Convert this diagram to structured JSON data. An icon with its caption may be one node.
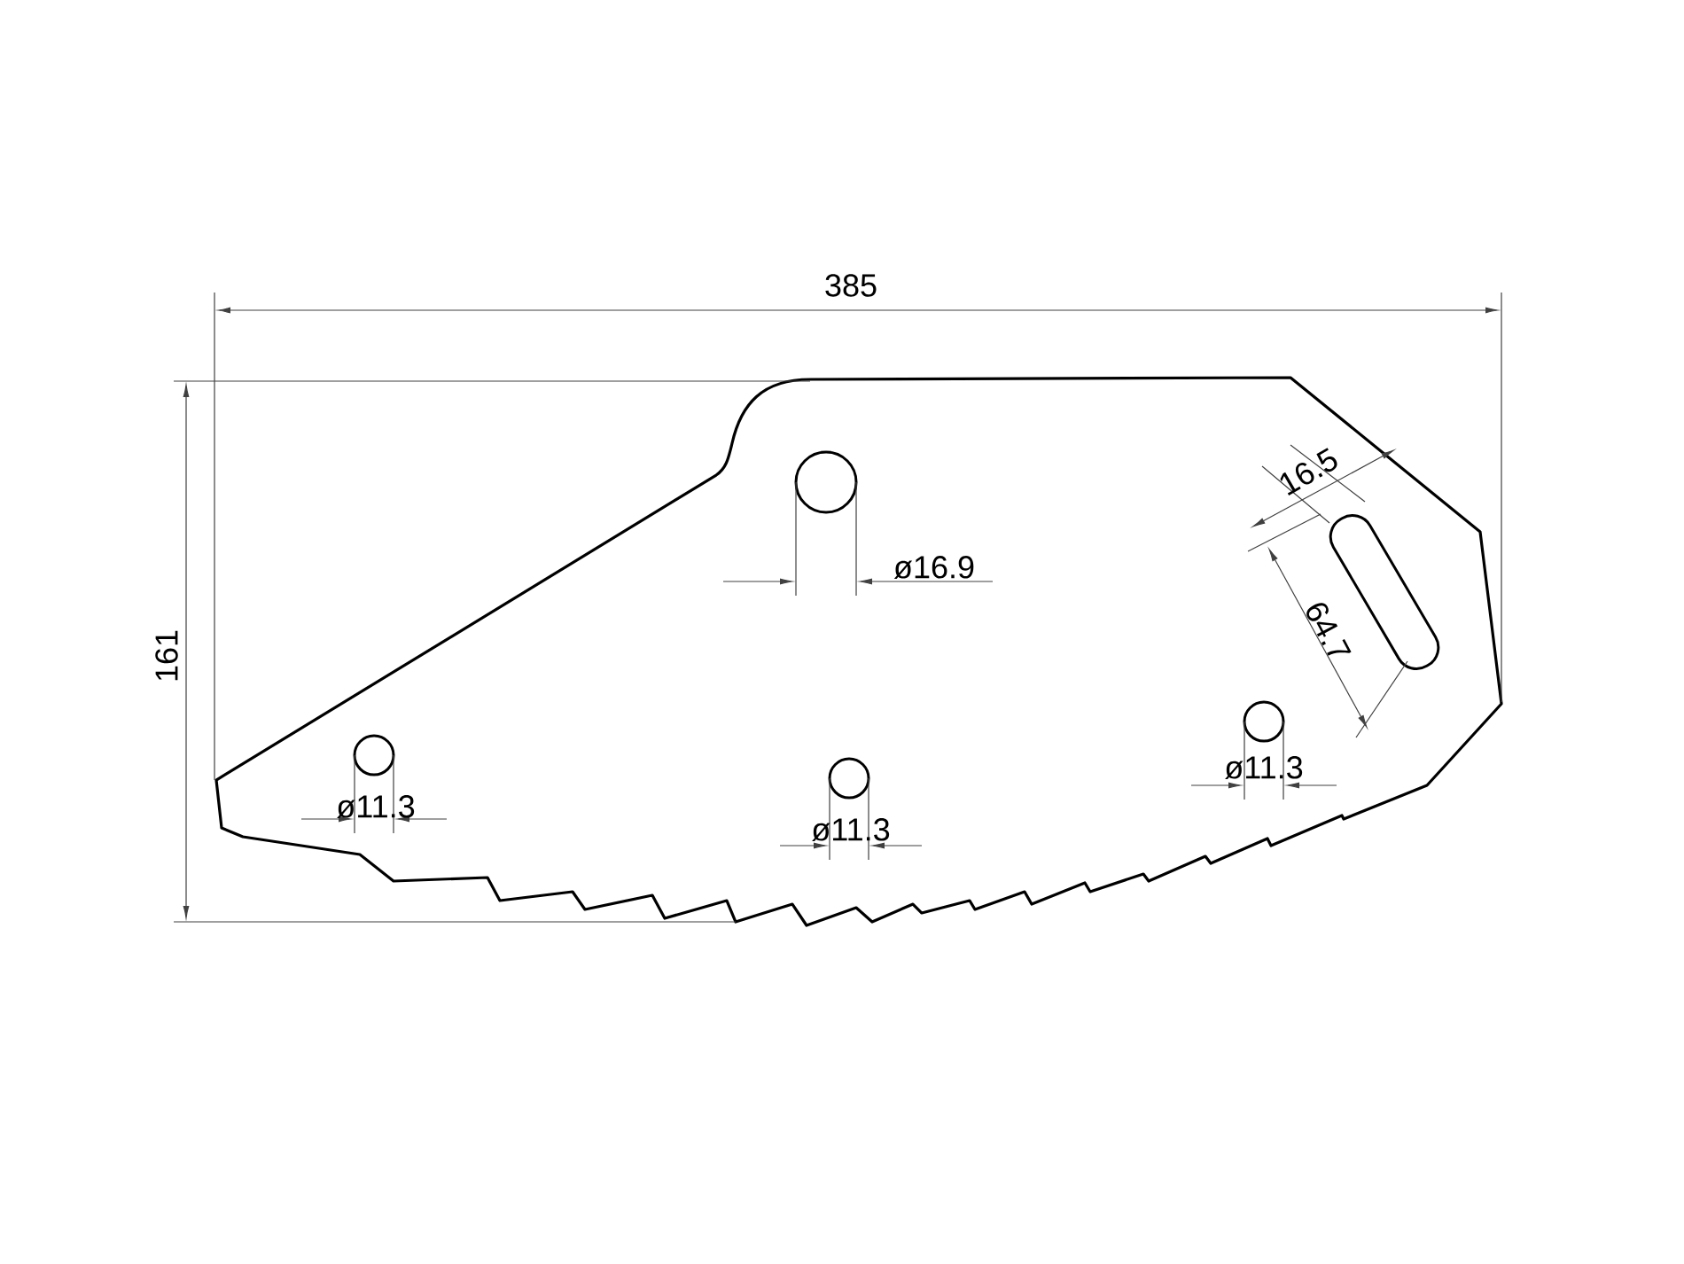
{
  "diagram": {
    "labels": [
      "385",
      "16.5",
      "ø16.9",
      "64.7",
      "161",
      "ø11.3",
      "ø11.3",
      "ø11.3"
    ]
  }
}
